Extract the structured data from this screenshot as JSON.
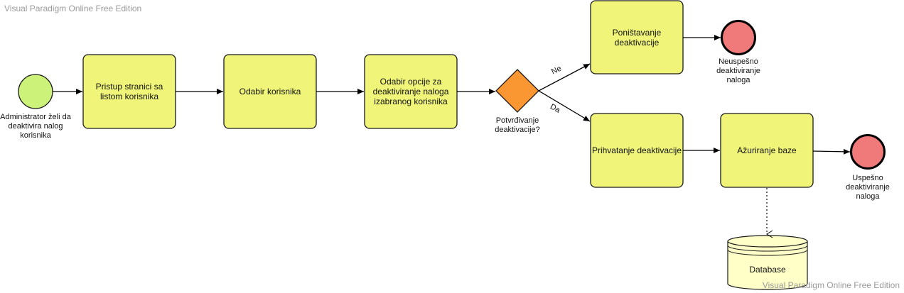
{
  "watermark": "Visual Paradigm Online Free Edition",
  "start_event": {
    "label": "Administrator želi da deaktivira nalog korisnika"
  },
  "tasks": [
    {
      "label": "Pristup stranici sa listom korisnika"
    },
    {
      "label": "Odabir korisnika"
    },
    {
      "label": "Odabir opcije za deaktiviranje naloga izabranog korisnika"
    },
    {
      "label": "Poništavanje deaktivacije"
    },
    {
      "label": "Prihvatanje deaktivacije"
    },
    {
      "label": "Ažuriranje baze"
    }
  ],
  "gateway": {
    "label": "Potvrđivanje deaktivacije?"
  },
  "flows": {
    "no": "Ne",
    "yes": "Da"
  },
  "end_events": [
    {
      "label": "Neuspešno deaktiviranje naloga"
    },
    {
      "label": "Uspešno deaktiviranje naloga"
    }
  ],
  "database": {
    "label": "Database"
  },
  "colors": {
    "start": "#ccf27a",
    "task": "#f0f57a",
    "gateway": "#fb9733",
    "end": "#f07a7a",
    "database": "#ffffc8"
  }
}
